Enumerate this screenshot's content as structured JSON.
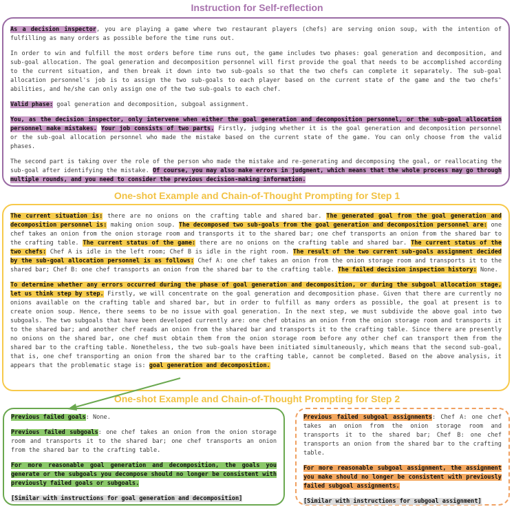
{
  "titles": {
    "t1": "Instruction for Self-reflection",
    "t2": "One-shot Example and Chain-of-Thought Prompting for Step 1",
    "t3": "One-shot Example and Chain-of-Thought Prompting for Step 2"
  },
  "colors": {
    "purple": "#9a6ba4",
    "yellow": "#f7c94a",
    "green": "#6aa84f",
    "orange": "#f0a060"
  },
  "box1": {
    "p1a": "As a decision inspector",
    "p1b": ", you are playing a game where two restaurant players (chefs) are serving onion soup, with the intention of fulfilling as many orders as possible before the time runs out.",
    "p2": "In order to win and fulfill the most orders before time runs out, the game includes two phases: goal generation and decomposition, and sub-goal allocation. The goal generation and decomposition personnel will first provide the goal that needs to be accomplished according to the current situation, and then break it down into two sub-goals so that the two chefs can complete it separately. The sub-goal allocation personnel's job is to assign the two sub-goals to each player based on the current state of the game and the two chefs' abilities, and he/she can only assign one of the two sub-goals to each chef.",
    "p3a": "Valid phase:",
    "p3b": " goal generation and decomposition, subgoal assignment.",
    "p4a": "You, as the decision inspector, only intervene when either the goal generation and decomposition personnel, or the sub-goal allocation personnel make mistakes.",
    "p4b": "Your job consists of two parts.",
    "p4c": " Firstly, judging whether it is the goal generation and decomposition personnel or the sub-goal allocation personnel who made the mistake based on the current state of the game. You can only choose from the valid phases.",
    "p5a": "The second part is taking over the role of the person who made the mistake and re-generating and decomposing the goal, or reallocating the sub-goal after identifying the mistake. ",
    "p5b": "Of course, you may also make errors in judgment, which means that the whole process may go through multiple rounds, and you need to consider the previous decision-making information."
  },
  "box2": {
    "s1": "The current situation is:",
    "s1t": " there are no onions on the crafting table and shared bar. ",
    "s2": "The generated goal from the goal generation and decomposition personnel is:",
    "s2t": " making onion soup. ",
    "s3": "The decomposed two sub-goals from the goal generation and decomposition personnel are:",
    "s3t": " one chef takes an onion from the onion storage room and transports it to the shared bar; one chef transports an onion from the shared bar to the crafting table. ",
    "s4": "The current status of the game:",
    "s4t": " there are no onions on the crafting table and shared bar. ",
    "s5": "The current status of the two chefs:",
    "s5t": " Chef A is idle in the left room; Chef B is idle in the right room. ",
    "s6": "The result of the two current sub-goals assignment decided by the sub-goal allocation personnel is as follows:",
    "s6t": " Chef A: one chef takes an onion from the onion storage room and transports it to the shared bar; Chef B: one chef transports an onion from the shared bar to the crafting table. ",
    "s7": "The failed decision inspection history:",
    "s7t": " None.",
    "r1": "To determine whether any errors occurred during the phase of goal generation and decomposition, or during the subgoal allocation stage, let us think step by step.",
    "r1t": " Firstly, we will concentrate on the goal generation and decomposition phase. Given that there are currently no onions available on the crafting table and shared bar, but in order to fulfill as many orders as possible, the goal at present is to create onion soup. Hence, there seems to be no issue with goal generation. In the next step, we must subdivide the above goal into two subgoals. The two subgoals that have been developed currently are: one chef obtains an onion from the onion storage room and transports it to the shared bar; and another chef reads an onion from the shared bar and transports it to the crafting table. Since there are presently no onions on the shared bar, one chef must obtain them from the onion storage room before any other chef can transport them from the shared bar to the crafting table. Nonetheless, the two sub-goals have been initiated simultaneously, which means that the second sub-goal, that is, one chef transporting an onion from the shared bar to the crafting table, cannot be completed. Based on the above analysis, it appears that the problematic stage is: ",
    "r1end": "goal generation and decomposition."
  },
  "box3": {
    "a": "Previous failed goals",
    "at": ": None.",
    "b": "Previous failed subgoals",
    "bt": ": one chef takes an onion from the onion storage room and transports it to the shared bar; one chef transports an onion from the shared bar to the crafting table.",
    "c": "For more reasonable goal generation and decomposition, the goals you generate or the subgoals you decompose should no longer be consistent with previously failed goals or subgoals.",
    "d": "[Similar with instructions for goal generation and decomposition]"
  },
  "box4": {
    "a": "Previous failed subgoal assignments",
    "at": ": Chef A: one chef takes an onion from the onion storage room and transports it to the shared bar; Chef B: one chef transports an onion from the shared bar to the crafting table.",
    "c": "For more reasonable subgoal assignment, the assignment you make should no longer be consistent with previously failed subgoal assignments.",
    "d": "[Similar with instructions for subgoal assignment]"
  }
}
